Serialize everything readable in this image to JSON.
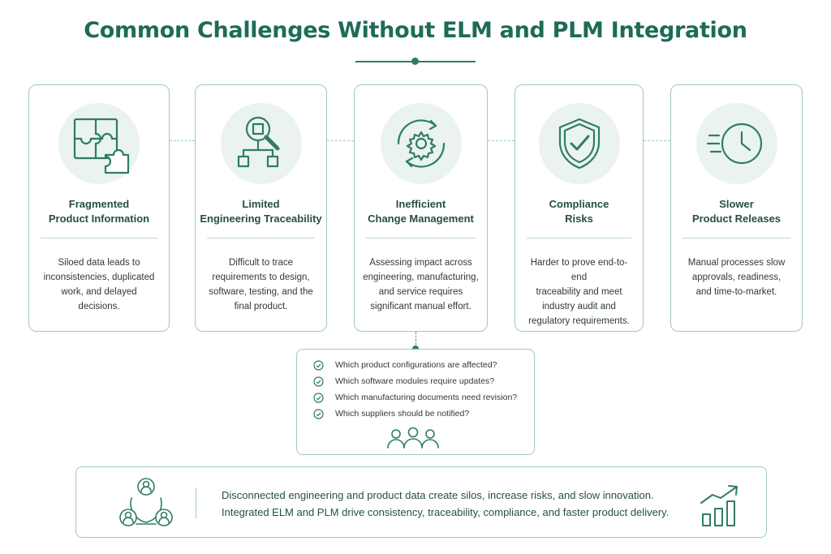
{
  "title": "Common Challenges Without ELM and PLM Integration",
  "cards": [
    {
      "title_line1": "Fragmented",
      "title_line2": "Product Information",
      "desc_lines": [
        "Siloed data leads to",
        "inconsistencies, duplicated",
        "work, and delayed",
        "decisions."
      ],
      "icon": "puzzle-icon"
    },
    {
      "title_line1": "Limited",
      "title_line2": "Engineering Traceability",
      "desc_lines": [
        "Difficult to trace",
        "requirements to design,",
        "software, testing, and the",
        "final product."
      ],
      "icon": "traceability-icon"
    },
    {
      "title_line1": "Inefficient",
      "title_line2": "Change Management",
      "desc_lines": [
        "Assessing impact across",
        "engineering, manufacturing,",
        "and service requires",
        "significant manual effort."
      ],
      "icon": "gear-cycle-icon"
    },
    {
      "title_line1": "Compliance",
      "title_line2": "Risks",
      "desc_lines": [
        "Harder to prove end-to-end",
        "traceability and meet",
        "industry audit and",
        "regulatory requirements."
      ],
      "icon": "shield-check-icon"
    },
    {
      "title_line1": "Slower",
      "title_line2": "Product Releases",
      "desc_lines": [
        "Manual processes slow",
        "approvals, readiness,",
        "and time-to-market."
      ],
      "icon": "clock-icon"
    }
  ],
  "questions": [
    "Which product configurations are affected?",
    "Which software modules require updates?",
    "Which manufacturing documents need revision?",
    "Which suppliers should be notified?"
  ],
  "summary": {
    "line1": "Disconnected engineering and product data create silos, increase risks, and slow innovation.",
    "line2": "Integrated ELM and PLM drive consistency, traceability, compliance, and faster product delivery."
  },
  "colors": {
    "accent": "#1d6b58",
    "border": "#9fcbbb",
    "icon_bg": "#eaf3ef",
    "icon_stroke": "#2f7c67"
  }
}
